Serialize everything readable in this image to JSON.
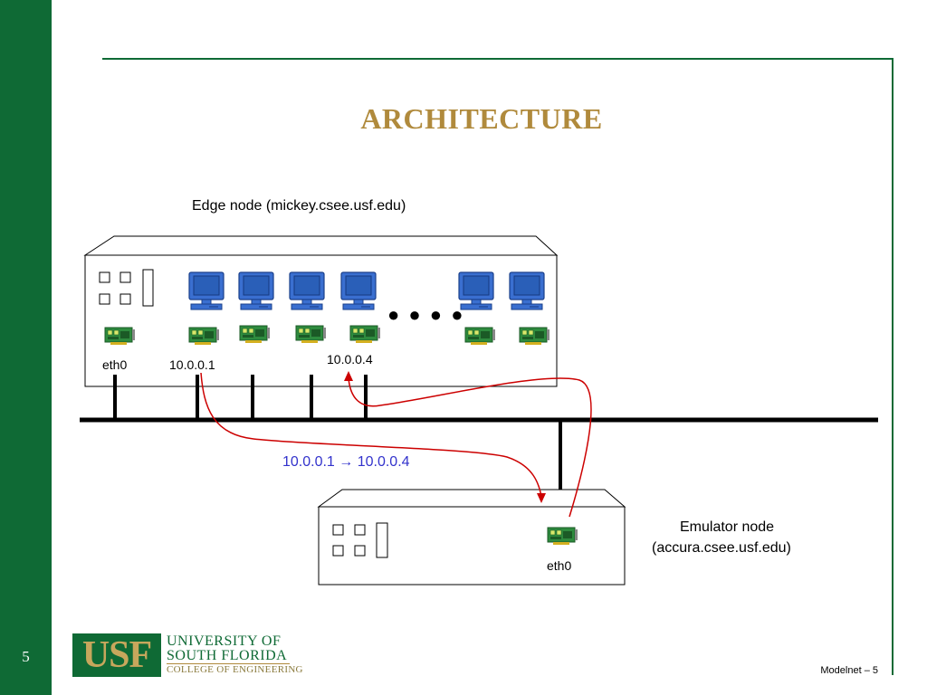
{
  "slide": {
    "title": "ARCHITECTURE",
    "number": "5",
    "footer": "Modelnet – 5"
  },
  "diagram": {
    "edge_node_label": "Edge node (mickey.csee.usf.edu)",
    "edge_eth0": "eth0",
    "edge_ip1": "10.0.0.1",
    "edge_ip4": "10.0.0.4",
    "ellipsis": "● ● ● ●",
    "route_label": "10.0.0.1 → 10.0.0.4",
    "emulator_node_label_line1": "Emulator node",
    "emulator_node_label_line2": "(accura.csee.usf.edu)",
    "emulator_eth0": "eth0",
    "colors": {
      "route_arrow": "#cc0000",
      "route_text": "#3333cc",
      "computer": "#3a6fd0",
      "nic": "#2e8b3e",
      "brand_green": "#0f6a35",
      "title_gold": "#b08a3c"
    }
  },
  "logo": {
    "usf": "USF",
    "line1": "UNIVERSITY OF",
    "line2": "SOUTH FLORIDA",
    "line3": "COLLEGE OF ENGINEERING"
  }
}
